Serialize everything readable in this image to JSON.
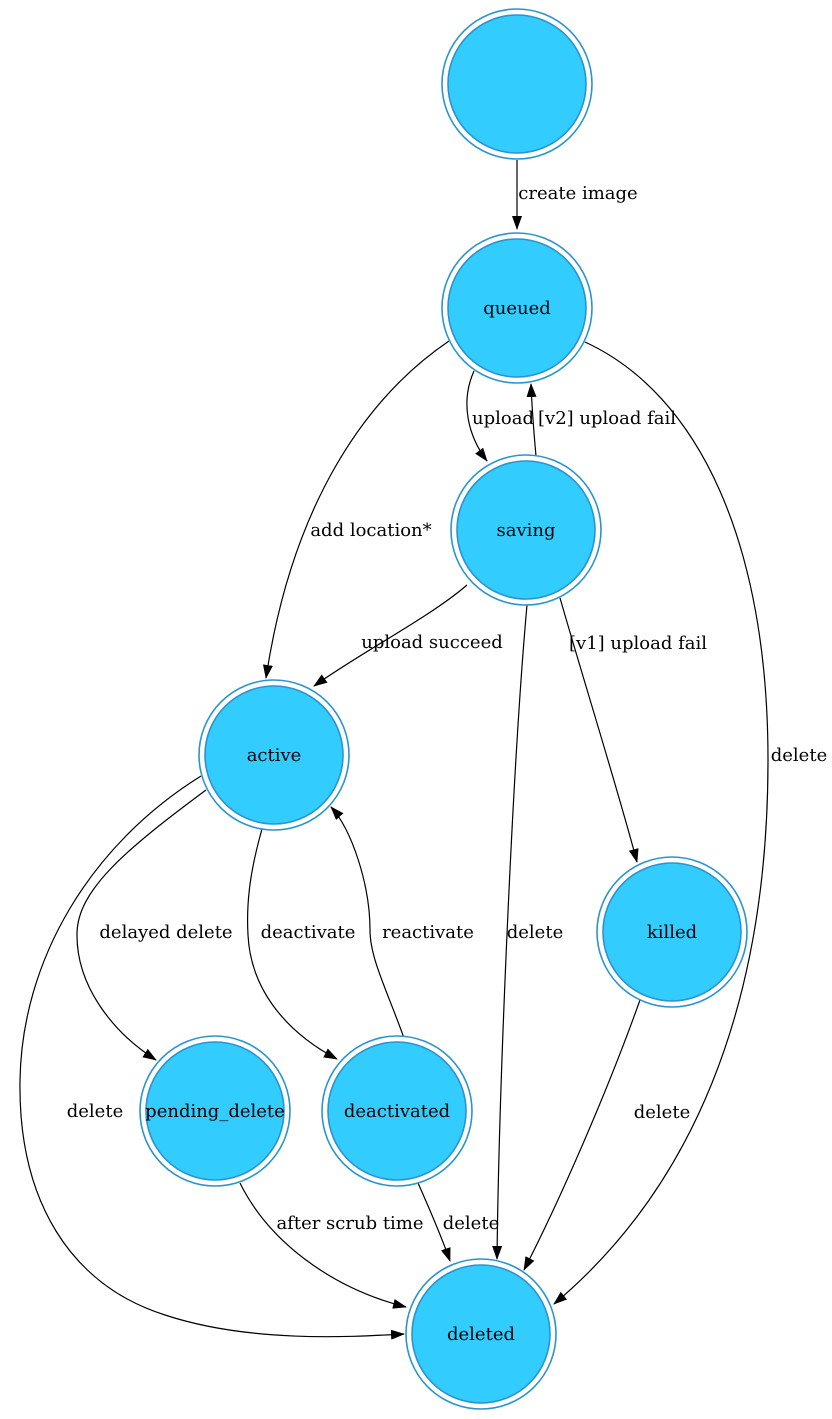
{
  "diagram": {
    "type": "state-diagram",
    "background_color": "#ffffff",
    "colors": {
      "node_fill": "#33ccff",
      "node_stroke": "#2a94cf",
      "edge": "#000000",
      "label_text": "#000000"
    },
    "nodes": [
      {
        "id": "start",
        "label": ""
      },
      {
        "id": "queued",
        "label": "queued"
      },
      {
        "id": "saving",
        "label": "saving"
      },
      {
        "id": "active",
        "label": "active"
      },
      {
        "id": "killed",
        "label": "killed"
      },
      {
        "id": "pending_delete",
        "label": "pending_delete"
      },
      {
        "id": "deactivated",
        "label": "deactivated"
      },
      {
        "id": "deleted",
        "label": "deleted"
      }
    ],
    "edges": [
      {
        "from": "start",
        "to": "queued",
        "label": "create image"
      },
      {
        "from": "queued",
        "to": "saving",
        "label": "upload"
      },
      {
        "from": "saving",
        "to": "queued",
        "label": "[v2] upload fail"
      },
      {
        "from": "queued",
        "to": "active",
        "label": "add location*"
      },
      {
        "from": "saving",
        "to": "active",
        "label": "upload succeed"
      },
      {
        "from": "saving",
        "to": "killed",
        "label": "[v1] upload fail"
      },
      {
        "from": "saving",
        "to": "deleted",
        "label": "delete"
      },
      {
        "from": "queued",
        "to": "deleted",
        "label": "delete"
      },
      {
        "from": "active",
        "to": "pending_delete",
        "label": "delayed delete"
      },
      {
        "from": "active",
        "to": "deactivated",
        "label": "deactivate"
      },
      {
        "from": "deactivated",
        "to": "active",
        "label": "reactivate"
      },
      {
        "from": "active",
        "to": "deleted",
        "label": "delete"
      },
      {
        "from": "pending_delete",
        "to": "deleted",
        "label": "after scrub time"
      },
      {
        "from": "deactivated",
        "to": "deleted",
        "label": "delete"
      },
      {
        "from": "killed",
        "to": "deleted",
        "label": "delete"
      }
    ]
  }
}
